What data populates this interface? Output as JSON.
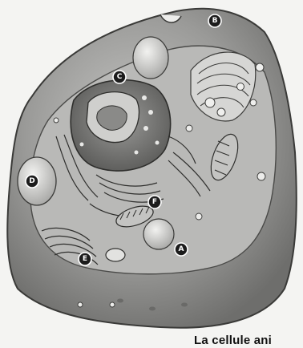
{
  "diagram": {
    "caption": "La cellule ani",
    "labels": {
      "a": "A",
      "b": "B",
      "c": "C",
      "d": "D",
      "e": "E",
      "f": "F"
    }
  }
}
